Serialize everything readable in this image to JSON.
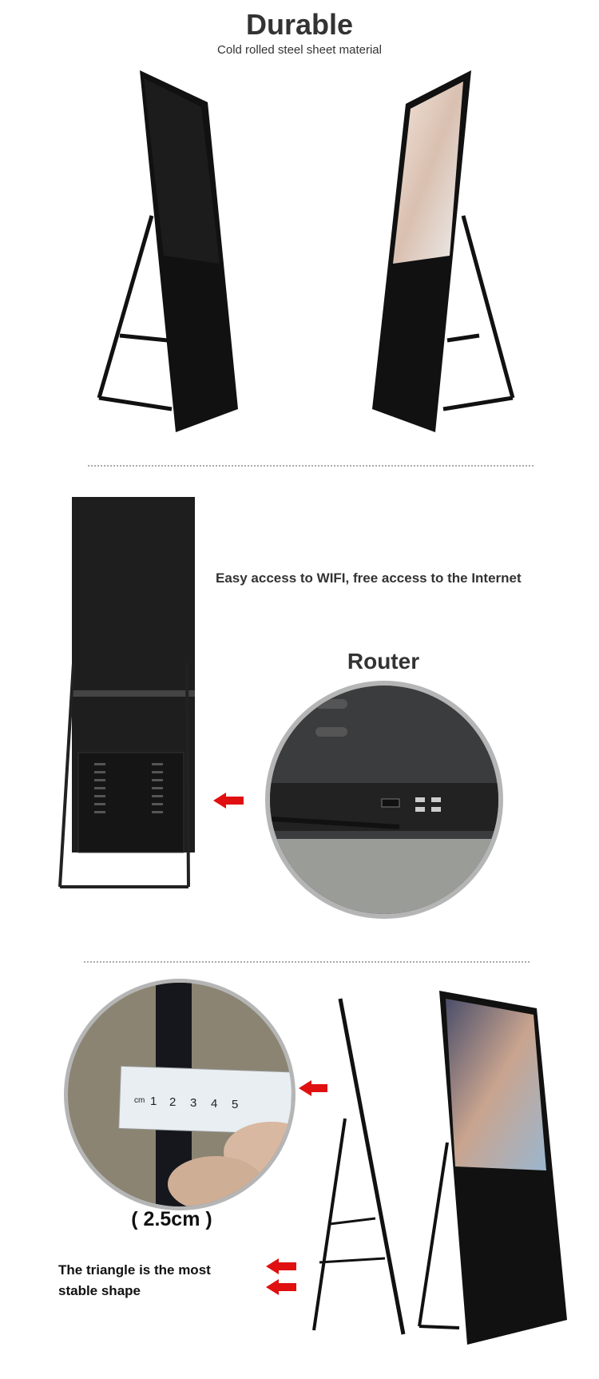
{
  "section_durable": {
    "title": "Durable",
    "subtitle": "Cold rolled steel sheet material"
  },
  "section_router": {
    "description": "Easy access to WIFI, free access to the Internet",
    "title": "Router"
  },
  "section_stability": {
    "thickness_label": "( 2.5cm )",
    "caption": [
      "The triangle is the most",
      "stable shape"
    ],
    "ruler_unit": "cm",
    "ruler_ticks": [
      "1",
      "2",
      "3",
      "4",
      "5"
    ]
  },
  "colors": {
    "arrow": "#e01010",
    "text": "#333333",
    "divider": "#aaaaaa"
  }
}
